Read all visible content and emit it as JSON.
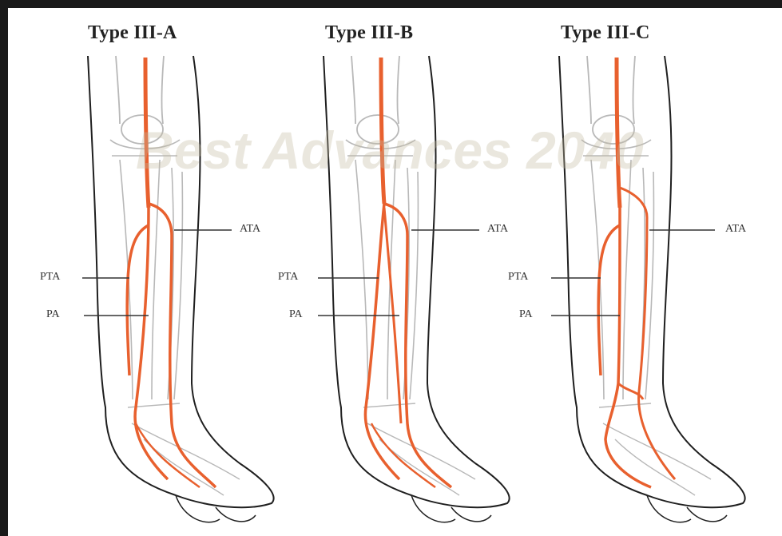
{
  "panels": [
    {
      "title": "Type III-A",
      "labels": {
        "ata": "ATA",
        "pta": "PTA",
        "pa": "PA"
      }
    },
    {
      "title": "Type III-B",
      "labels": {
        "ata": "ATA",
        "pta": "PTA",
        "pa": "PA"
      }
    },
    {
      "title": "Type III-C",
      "labels": {
        "ata": "ATA",
        "pta": "PTA",
        "pa": "PA"
      }
    }
  ],
  "watermark": "Best Advances 2040",
  "colors": {
    "artery": "#e8602e",
    "outline": "#1f1f1f",
    "bone": "#b8b8b8",
    "background": "#ffffff",
    "border": "#1a1a1a"
  }
}
